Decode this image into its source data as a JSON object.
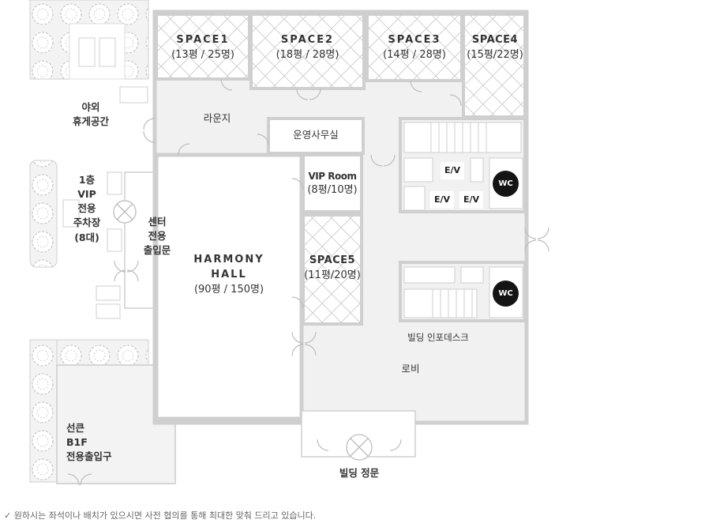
{
  "rooms": {
    "space1": {
      "name": "SPACE1",
      "capacity": "(13평 / 25명)"
    },
    "space2": {
      "name": "SPACE2",
      "capacity": "(18평 / 28명)"
    },
    "space3": {
      "name": "SPACE3",
      "capacity": "(14평 / 28명)"
    },
    "space4": {
      "name": "SPACE4",
      "capacity": "(15평/22명)"
    },
    "space5": {
      "name": "SPACE5",
      "capacity": "(11평/20명)"
    },
    "vip": {
      "name": "VIP Room",
      "capacity": "(8평/10명)"
    },
    "harmony": {
      "name_line1": "HARMONY",
      "name_line2": "HALL",
      "capacity": "(90평 / 150명)"
    }
  },
  "areas": {
    "lounge": "라운지",
    "office": "운영사무실",
    "outdoor_line1": "야외",
    "outdoor_line2": "휴게공간",
    "parking_line1": "1층",
    "parking_line2": "VIP",
    "parking_line3": "전용",
    "parking_line4": "주차장",
    "parking_line5": "(8대)",
    "center_line1": "센터",
    "center_line2": "전용",
    "center_line3": "출입문",
    "info_desk": "빌딩 인포데스크",
    "lobby": "로비",
    "suncoen_line1": "선큰",
    "suncoen_line2": "B1F",
    "suncoen_line3": "전용출입구",
    "main_entrance": "빌딩 정문"
  },
  "facilities": {
    "elevator": "E/V",
    "restroom": "WC"
  },
  "footnote": "원하시는 좌석이나 배치가 있으시면 사전 협의를 통해 최대한 맞춰 드리고 있습니다.",
  "footnote_icon": "check-icon",
  "colors": {
    "wall": "#cfcfcf",
    "floor": "#f2f2f2",
    "room": "#ffffff",
    "text": "#333333",
    "wc_badge": "#141414"
  }
}
